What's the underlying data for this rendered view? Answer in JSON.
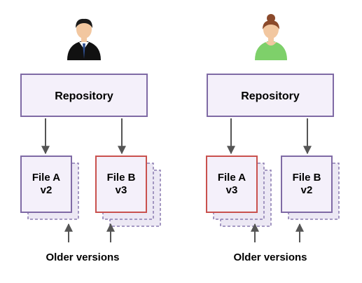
{
  "panels": [
    {
      "user": "man",
      "repository_label": "Repository",
      "files": [
        {
          "name": "File A",
          "version": "v2",
          "highlight": false
        },
        {
          "name": "File B",
          "version": "v3",
          "highlight": true
        }
      ],
      "older_versions_label": "Older versions"
    },
    {
      "user": "woman",
      "repository_label": "Repository",
      "files": [
        {
          "name": "File A",
          "version": "v3",
          "highlight": true
        },
        {
          "name": "File B",
          "version": "v2",
          "highlight": false
        }
      ],
      "older_versions_label": "Older versions"
    }
  ],
  "colors": {
    "box_border": "#7f6aa5",
    "box_fill": "#f4f0fa",
    "highlight_border": "#c9514e",
    "stack_dash": "#8a7ab0",
    "arrow": "#555555",
    "suit": "#111111",
    "skin": "#f2c7a0",
    "hair_dark": "#1a1a1a",
    "hair_brown": "#8b4a2b",
    "shirt_green": "#7ed06a"
  }
}
